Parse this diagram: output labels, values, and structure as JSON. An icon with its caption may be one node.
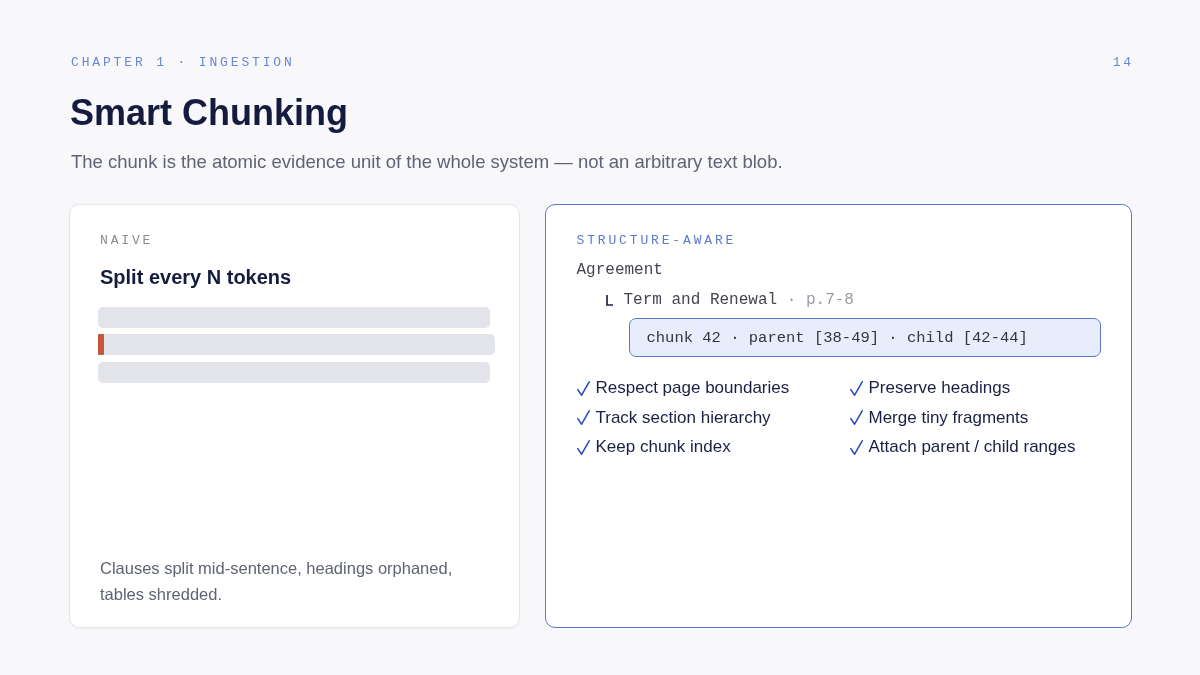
{
  "diagram": {
    "title": "Smart Chunking",
    "nodes": [
      {
        "text": [
          "NAIVE",
          "Split every N tokens",
          "Clauses split mid-sentence, headings orphaned, tables shredded."
        ]
      },
      {
        "text": [
          "STRUCTURE-AWARE",
          "Agreement",
          "Term and Renewal",
          "· p.7-8",
          "Respect page boundaries",
          "Preserve headings",
          "Track section hierarchy",
          "Merge tiny fragments",
          "Keep chunk index",
          "Attach parent / child ranges"
        ]
      },
      {
        "text": [
          "chunk 42 · parent [38-49] · child [42-44]"
        ],
        "in": 1
      }
    ],
    "labels": [
      "CHAPTER 1 · INGESTION",
      "14",
      "The chunk is the atomic evidence unit of the whole system — not an arbitrary text blob."
    ]
  }
}
